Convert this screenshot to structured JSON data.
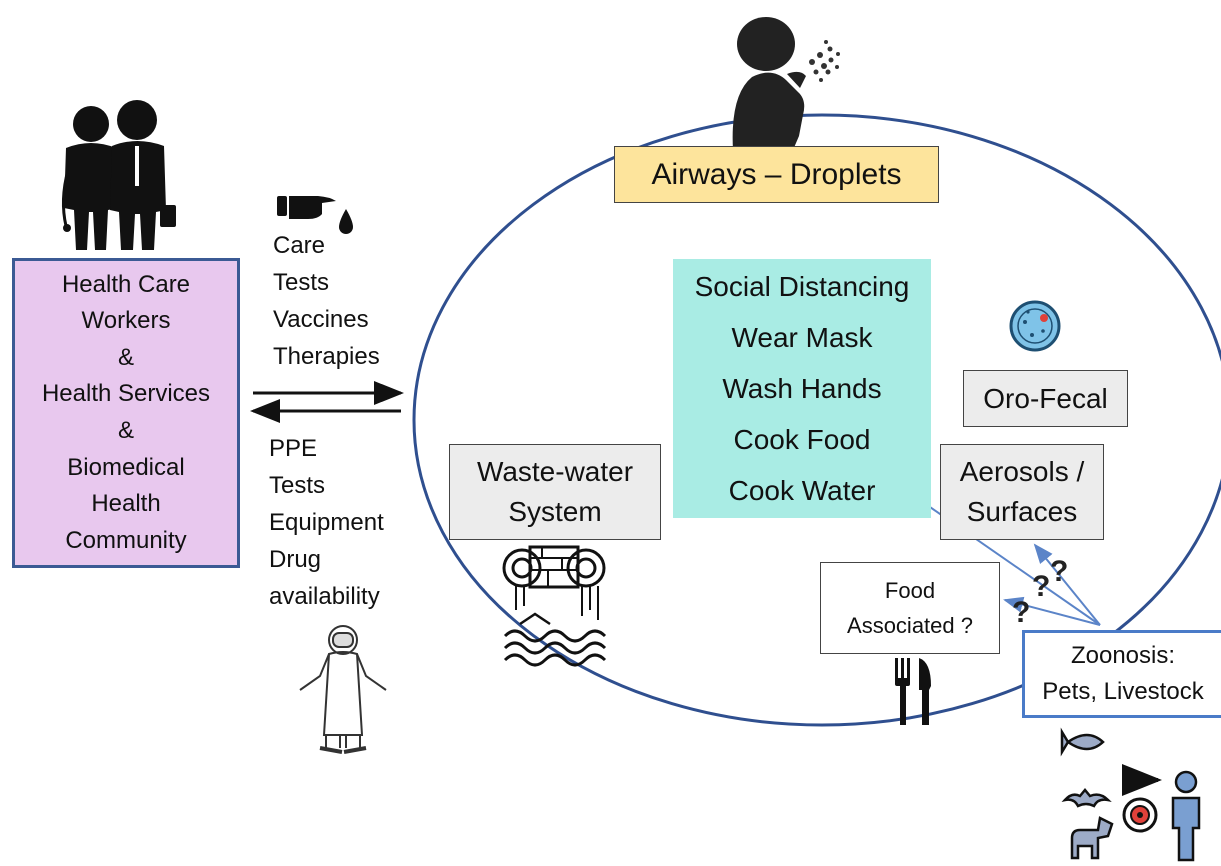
{
  "health_box": {
    "lines": [
      "Health Care",
      "Workers",
      "&",
      "Health Services",
      "&",
      "Biomedical",
      "Health",
      "Community"
    ]
  },
  "top_list": [
    "Care",
    "Tests",
    "Vaccines",
    "Therapies"
  ],
  "bottom_list": [
    "PPE",
    "Tests",
    "Equipment",
    "Drug",
    "availability"
  ],
  "airways_label": "Airways – Droplets",
  "measures": [
    "Social Distancing",
    "Wear Mask",
    "Wash Hands",
    "Cook Food",
    "Cook Water"
  ],
  "orofecal_label": "Oro-Fecal",
  "aerosols_lines": [
    "Aerosols /",
    "Surfaces"
  ],
  "wastewater_lines": [
    "Waste-water",
    "System"
  ],
  "food_lines": [
    "Food",
    "Associated ?"
  ],
  "zoonosis_lines": [
    "Zoonosis:",
    "Pets, Livestock"
  ],
  "question_mark": "?",
  "colors": {
    "health_fill": "#e8c8ee",
    "airways_fill": "#fde49c",
    "measures_fill": "#a9ece4",
    "grey_fill": "#ececec",
    "ellipse_stroke": "#2f4f8f",
    "arrow_blue": "#5b84c8"
  },
  "icons": [
    "business-people-icon",
    "pointing-hand-drop-icon",
    "coughing-person-icon",
    "petri-dish-icon",
    "drain-pipes-icon",
    "fork-knife-icon",
    "protective-suit-person-icon",
    "fish-icon",
    "bat-icon",
    "virus-icon",
    "dog-icon",
    "human-icon"
  ]
}
